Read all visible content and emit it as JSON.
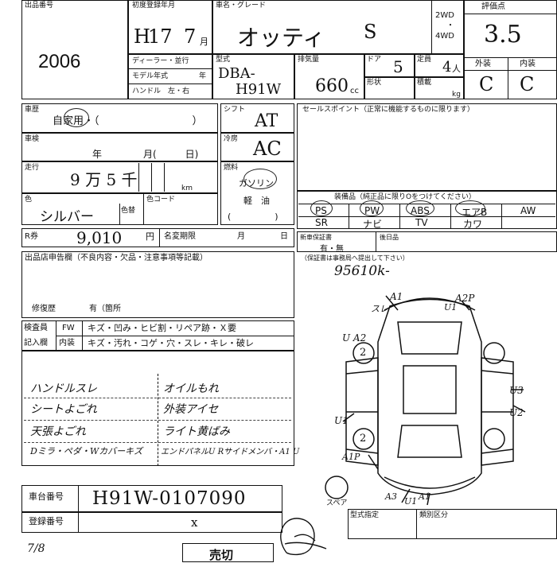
{
  "lot": {
    "label": "出品番号",
    "value": "2006"
  },
  "first_reg": {
    "label": "初度登録年月",
    "era": "H",
    "year": "17",
    "year_unit": "7",
    "month_unit": "月"
  },
  "car_name": {
    "label": "車名・グレード",
    "value": "オッティ",
    "grade": "S"
  },
  "drive": {
    "wd2": "2WD",
    "dot": "・",
    "wd4": "4WD"
  },
  "rating": {
    "label": "評価点",
    "value": "3.5",
    "exterior_label": "外装",
    "interior_label": "内装",
    "exterior": "C",
    "interior": "C"
  },
  "dealer": {
    "label": "ディーラー・並行",
    "model_year": "モデル年式",
    "model_year_unit": "年",
    "handle": "ハンドル　左・右"
  },
  "model": {
    "label": "型式",
    "line1": "DBA-",
    "line2": "H91W"
  },
  "displacement": {
    "label": "排気量",
    "value": "660",
    "unit": "cc"
  },
  "door": {
    "label": "ドア",
    "value": "5"
  },
  "capacity": {
    "label": "定員",
    "value": "4",
    "unit": "人"
  },
  "shape": {
    "label": "形状"
  },
  "load": {
    "label": "積載",
    "unit": "kg"
  },
  "history": {
    "label": "車歴",
    "value": "自家用・（　　　　　　　　　）"
  },
  "shift": {
    "label": "シフト",
    "value": "AT"
  },
  "inspection": {
    "label": "車検",
    "year": "年",
    "month": "月(　　　日)"
  },
  "cooling": {
    "label": "冷房",
    "value": "AC"
  },
  "mileage": {
    "label": "走行",
    "value": "9 万 5 千",
    "unit": "km"
  },
  "fuel": {
    "label": "燃料",
    "value": "ガソリン",
    "diesel": "軽　油",
    "paren": "(　　　　　)"
  },
  "color": {
    "label": "色",
    "value": "シルバー",
    "change_label": "色替",
    "code_label": "色コード"
  },
  "recycle": {
    "label": "R券",
    "value": "9,010",
    "unit": "円",
    "name_change": "名変期限",
    "month": "月",
    "day": "日"
  },
  "sales_point": {
    "label": "セールスポイント（正常に機能するものに限ります）"
  },
  "equipment": {
    "label": "装備品（純正品に限りOをつけてください）",
    "row1": [
      "PS",
      "PW",
      "ABS",
      "エアB",
      "AW"
    ],
    "row2": [
      "SR",
      "ナビ",
      "TV",
      "カワ",
      ""
    ]
  },
  "warranty": {
    "label": "新車保証書",
    "value": "有・無",
    "after_label": "後日品",
    "note": "（保証書は事務局へ提出して下さい）",
    "handwritten": "95610k-"
  },
  "dealer_notes": {
    "label": "出品店申告欄（不良内容・欠品・注意事項等記載）",
    "repair_label": "修復歴",
    "repair_value": "有（箇所"
  },
  "inspector": {
    "label": "検査員",
    "fill_label": "記入欄",
    "fw": "FW",
    "fw_items": "キズ・凹み・ヒビ割・リペア跡・Ｘ要",
    "inside": "内装",
    "inside_items": "キズ・汚れ・コゲ・穴・スレ・キレ・破レ"
  },
  "notes": {
    "left": [
      "ハンドルスレ",
      "シートよごれ",
      "天張よごれ",
      "Dミラ・ペダ・Wカバーキズ"
    ],
    "right": [
      "オイルもれ",
      "外装アイセ",
      "ライト黄ばみ",
      "エンドパネルU Rサイドメンバ・A1 U"
    ]
  },
  "diagram": {
    "spare": "スペア",
    "marks": [
      "スレ",
      "A1",
      "A2P",
      "U A2",
      "U1",
      "2",
      "U3",
      "U2",
      "U1",
      "2",
      "A1P",
      "A3",
      "A1",
      "U1"
    ]
  },
  "chassis": {
    "label": "車台番号",
    "value": "H91W-0107090"
  },
  "reg_no": {
    "label": "登録番号",
    "value": "x"
  },
  "model_designation": {
    "label": "型式指定"
  },
  "class_code": {
    "label": "類別区分"
  },
  "bottom": {
    "date": "7/8",
    "sale": "売切"
  }
}
